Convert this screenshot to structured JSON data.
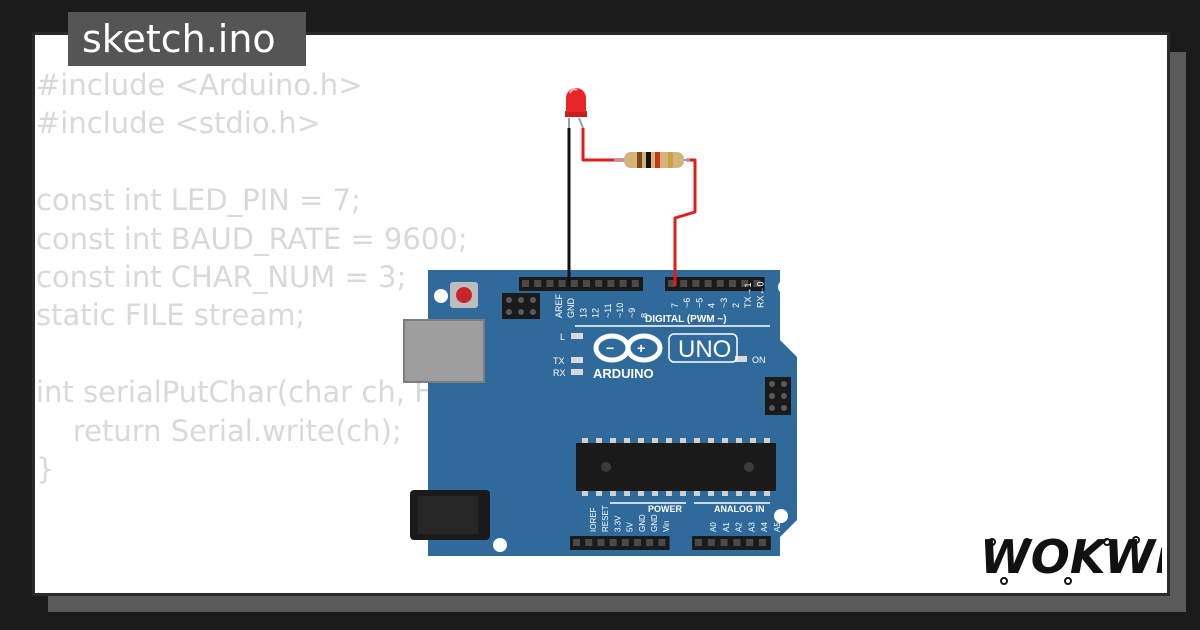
{
  "sketch_tab": {
    "title": "sketch.ino"
  },
  "code_lines": [
    "#include <Arduino.h>",
    "#include <stdio.h>",
    "",
    "const int LED_PIN = 7;",
    "const int BAUD_RATE = 9600;",
    "const int CHAR_NUM = 3;",
    "static FILE stream;",
    "",
    "int serialPutChar(char ch, FILE *stream) {",
    "    return Serial.write(ch);",
    "}"
  ],
  "board": {
    "model": "UNO",
    "brand": "ARDUINO",
    "digital_header_label": "DIGITAL (PWM ~)",
    "digital_pins": [
      "AREF",
      "GND",
      "13",
      "12",
      "~11",
      "~10",
      "~9",
      "8",
      "7",
      "~6",
      "~5",
      "4",
      "~3",
      "2",
      "TX→1",
      "RX←0"
    ],
    "power_header_label": "POWER",
    "power_pins": [
      "IOREF",
      "RESET",
      "3.3V",
      "5V",
      "GND",
      "GND",
      "Vin"
    ],
    "analog_header_label": "ANALOG IN",
    "analog_pins": [
      "A0",
      "A1",
      "A2",
      "A3",
      "A4",
      "A5"
    ],
    "led_labels": [
      "L",
      "TX",
      "RX"
    ],
    "on_label": "ON",
    "board_color": "#2f6a9b"
  },
  "components": {
    "led_color": "#e8262a",
    "wire_red": "#e21b1b",
    "wire_black": "#111111",
    "resistor_bands": [
      "#7a4a1e",
      "#111111",
      "#c8341c",
      "#c9a34a"
    ]
  },
  "logo": {
    "text": "WOKWi"
  }
}
